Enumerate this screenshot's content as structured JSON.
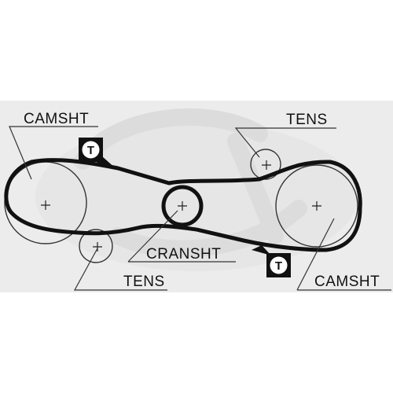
{
  "labels": {
    "camshaft_left": "CAMSHT",
    "camshaft_right": "CAMSHT",
    "tensioner_top": "TENS",
    "tensioner_bottom": "TENS",
    "crankshaft": "CRANSHT"
  },
  "badges": {
    "tension_marker": "T"
  },
  "colors": {
    "belt": "#111111",
    "line": "#333333",
    "watermark_band": "#e6e6e6",
    "watermark_logo": "#d6d6d6"
  }
}
